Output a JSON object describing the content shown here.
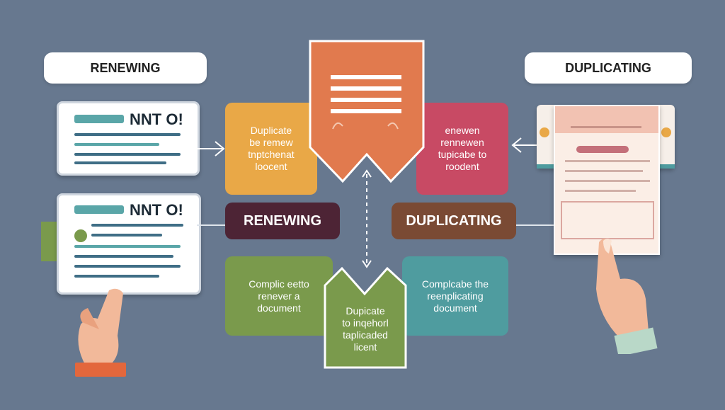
{
  "header": {
    "left_label": "RENEWING",
    "right_label": "DUPLICATING"
  },
  "cards": {
    "top_left_title": "NNT O!",
    "bottom_left_title": "NNT O!"
  },
  "tiles": {
    "top_left": "Duplicate\nbe remew\ntnptchenat\nloocent",
    "top_right": "enewen\nrennewen\ntupicabe to\nroodent",
    "bottom_left": "Complic eetto\nrenever a\ndocument",
    "bottom_center": "Dupicate\nto inqehorl\ntaplicaded\nlicent",
    "bottom_right": "Complcabe the\nreenplicating\ndocument"
  },
  "center_labels": {
    "left": "RENEWING",
    "right": "DUPLICATING"
  },
  "colors": {
    "background": "#67788f",
    "orange": "#e17a4e",
    "amber": "#e9a847",
    "rose": "#c84a64",
    "green": "#7a9a4c",
    "teal": "#4f9c9f",
    "dark_maroon": "#4d2435",
    "brown": "#7a4a34"
  }
}
